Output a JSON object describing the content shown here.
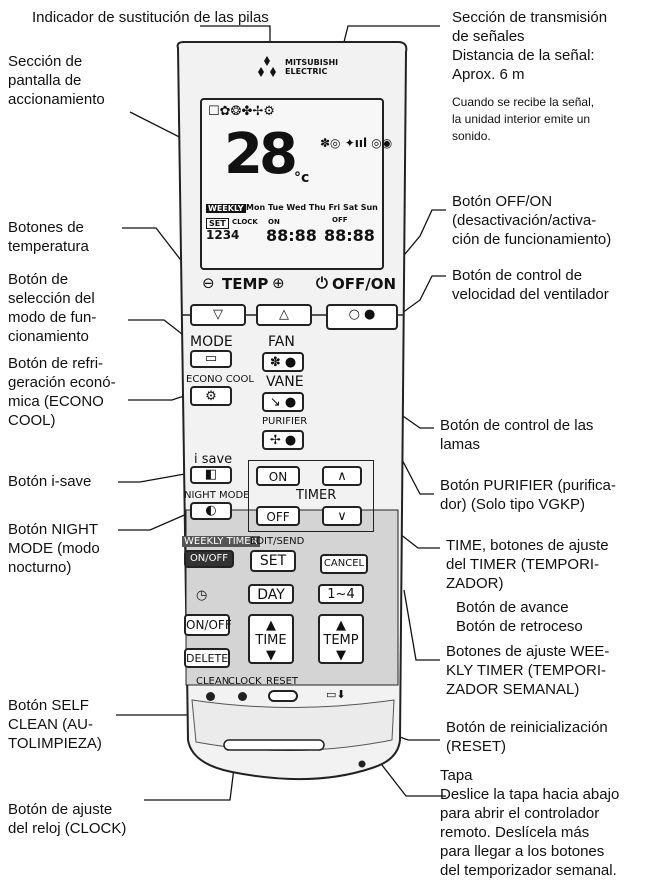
{
  "title": "Indicador de sustitución de las pilas",
  "left_labels": {
    "display": "Sección de\npantalla de\naccionamiento",
    "temp_buttons": "Botones de\ntemperatura",
    "mode_button": "Botón de\nselección del\nmodo de fun-\ncionamiento",
    "econo_cool": "Botón de refri-\ngeración econó-\nmica (ECONO\nCOOL)",
    "isave": "Botón i-save",
    "night_mode": "Botón NIGHT\nMODE (modo\nnocturno)",
    "self_clean": "Botón SELF\nCLEAN (AU-\nTOLIMPIEZA)",
    "clock": "Botón de ajuste\ndel reloj (CLOCK)"
  },
  "right_labels": {
    "transmission": "Sección de transmisión\nde señales\nDistancia de la señal:\nAprox. 6 m",
    "transmission_note": "Cuando se recibe la señal,\nla unidad interior emite un\nsonido.",
    "off_on": "Botón OFF/ON\n(desactivación/activa-\nción de funcionamiento)",
    "fan_speed": "Botón de control de\nvelocidad del ventilador",
    "vane": "Botón de control de las\nlamas",
    "purifier": "Botón PURIFIER (purifica-\ndor) (Solo tipo VGKP)",
    "timer": "TIME, botones de ajuste\ndel TIMER (TEMPORI-\nZADOR)",
    "timer_sub": "Botón de avance\nBotón de retroceso",
    "weekly_timer": "Botones de ajuste WEE-\nKLY TIMER (TEMPORI-\nZADOR SEMANAL)",
    "reset": "Botón de reinicialización\n(RESET)",
    "cover": "Tapa\nDeslice la tapa hacia abajo\npara abrir el controlador\nremoto. Deslícela más\npara llegar a los botones\ndel temporizador semanal."
  },
  "remote": {
    "brand_line1": "MITSUBISHI",
    "brand_line2": "ELECTRIC",
    "lcd_temp": "28",
    "lcd_unit": "°c",
    "lcd_weekly": "WEEKLY",
    "lcd_days": "Mon Tue Wed Thu Fri Sat Sun",
    "lcd_set": "SET",
    "lcd_clock": "CLOCK",
    "lcd_on": "ON",
    "lcd_off": "OFF",
    "lcd_digits_left": "1234",
    "lcd_time": "88:88",
    "lcd_time2": "88:88",
    "temp": "TEMP",
    "off_on": "OFF/ON",
    "mode": "MODE",
    "fan": "FAN",
    "econo_cool": "ECONO COOL",
    "vane": "VANE",
    "purifier": "PURIFIER",
    "isave": "i save",
    "night_mode": "NIGHT MODE",
    "timer_on": "ON",
    "timer_off": "OFF",
    "timer": "TIMER",
    "weekly_timer": "WEEKLY TIMER",
    "weekly_onoff": "ON/OFF",
    "edit_send": "EDIT/SEND",
    "set": "SET",
    "cancel": "CANCEL",
    "day": "DAY",
    "day_range": "1~4",
    "onoff2": "ON/OFF",
    "delete": "DELETE",
    "time": "TIME",
    "temp2": "TEMP",
    "clean": "CLEAN",
    "clock": "CLOCK",
    "reset": "RESET"
  }
}
